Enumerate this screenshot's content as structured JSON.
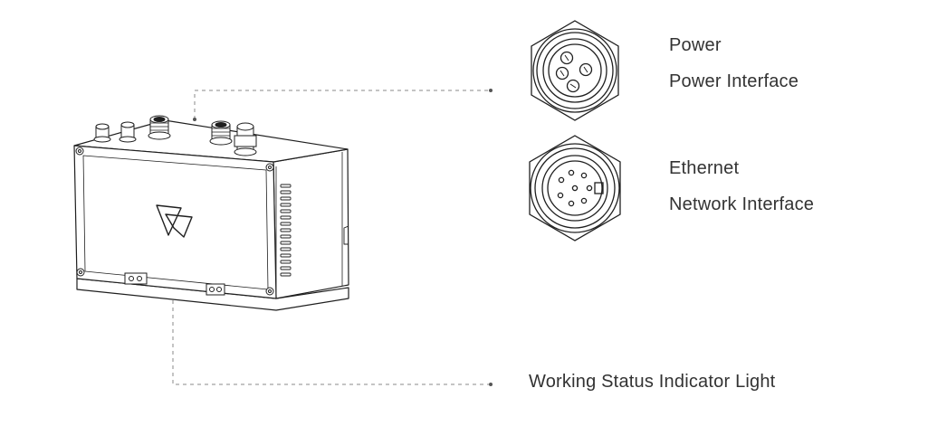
{
  "colors": {
    "line": "#1f1f1f",
    "leader": "#8a8a8a",
    "text": "#333333",
    "background": "#ffffff"
  },
  "callouts": {
    "power": {
      "name": "Power",
      "desc": "Power Interface",
      "icon": "power-connector-icon"
    },
    "ethernet": {
      "name": "Ethernet",
      "desc": "Network Interface",
      "icon": "ethernet-connector-icon"
    },
    "indicator": {
      "label": "Working Status Indicator Light"
    }
  }
}
